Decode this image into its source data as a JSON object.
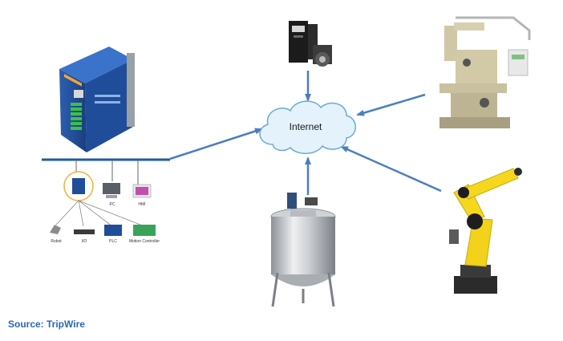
{
  "cloud": {
    "label": "Internet"
  },
  "network": {
    "devices": [
      {
        "name": "PC"
      },
      {
        "name": "HMI"
      },
      {
        "name": "Robot"
      },
      {
        "name": "I/O"
      },
      {
        "name": "PLC"
      },
      {
        "name": "Motion Controller"
      }
    ]
  },
  "caption": {
    "source": "Source: TripWire"
  },
  "colors": {
    "arrow": "#4a7ec0",
    "cloud_fill": "#e3f2fb",
    "cloud_stroke": "#6aa9d6",
    "caption": "#2a67b8",
    "bus": "#1c5aa6"
  }
}
